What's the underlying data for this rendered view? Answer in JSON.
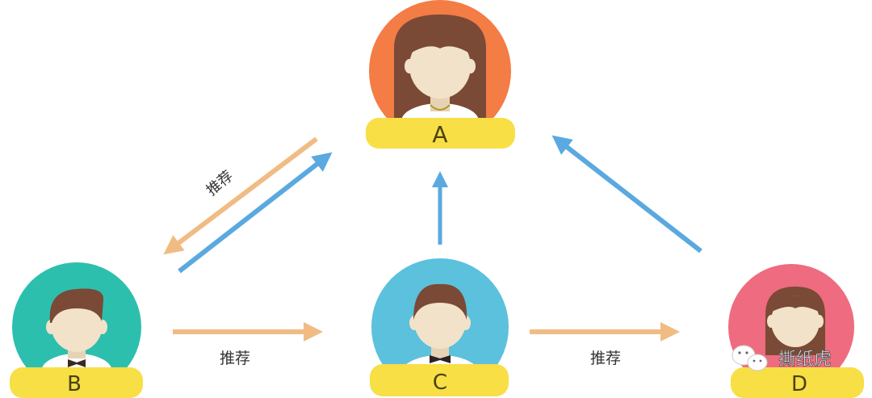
{
  "diagram": {
    "type": "referral-network",
    "colors": {
      "background": "#ffffff",
      "recommend_arrow": "#f0bc84",
      "return_arrow": "#5aa9e0",
      "label_bar": "#f7df45",
      "hair": "#7a4a36",
      "skin": "#f1e2c9",
      "shirt": "#ffffff"
    },
    "nodes": [
      {
        "id": "A",
        "label": "A",
        "gender": "female",
        "circle_color": "#f47c45"
      },
      {
        "id": "B",
        "label": "B",
        "gender": "male",
        "circle_color": "#2dbfad"
      },
      {
        "id": "C",
        "label": "C",
        "gender": "male",
        "circle_color": "#5bc1dc"
      },
      {
        "id": "D",
        "label": "D",
        "gender": "female",
        "circle_color": "#ef6b7f"
      }
    ],
    "edges": [
      {
        "from": "A",
        "to": "B",
        "label": "推荐",
        "color": "orange"
      },
      {
        "from": "B",
        "to": "A",
        "label": "",
        "color": "blue"
      },
      {
        "from": "B",
        "to": "C",
        "label": "推荐",
        "color": "orange"
      },
      {
        "from": "C",
        "to": "A",
        "label": "",
        "color": "blue"
      },
      {
        "from": "C",
        "to": "D",
        "label": "推荐",
        "color": "orange"
      },
      {
        "from": "D",
        "to": "A",
        "label": "",
        "color": "blue"
      }
    ],
    "edge_labels": {
      "a_to_b": "推荐",
      "b_to_c": "推荐",
      "c_to_d": "推荐"
    },
    "watermark": {
      "text": "撕纸虎",
      "icon": "wechat-icon"
    }
  }
}
